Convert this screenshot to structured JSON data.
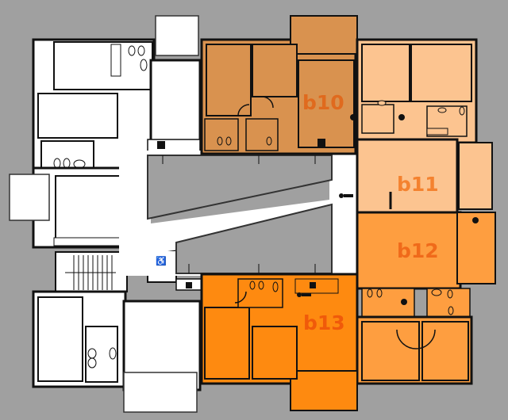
{
  "plan": {
    "background_color": "#a0a0a0",
    "units": [
      {
        "id": "b10",
        "label": "b10",
        "fill": "#d9924f",
        "text_color": "#e06a1e"
      },
      {
        "id": "b11",
        "label": "b11",
        "fill": "#fcc490",
        "text_color": "#f4822f"
      },
      {
        "id": "b12",
        "label": "b12",
        "fill": "#fe9e40",
        "text_color": "#f06a1a"
      },
      {
        "id": "b13",
        "label": "b13",
        "fill": "#fe8a10",
        "text_color": "#f05a0a"
      }
    ],
    "symbols": {
      "accessibility": "wheelchair-icon",
      "stairs": "staircase",
      "level_marker": "level-marker-icon"
    }
  }
}
